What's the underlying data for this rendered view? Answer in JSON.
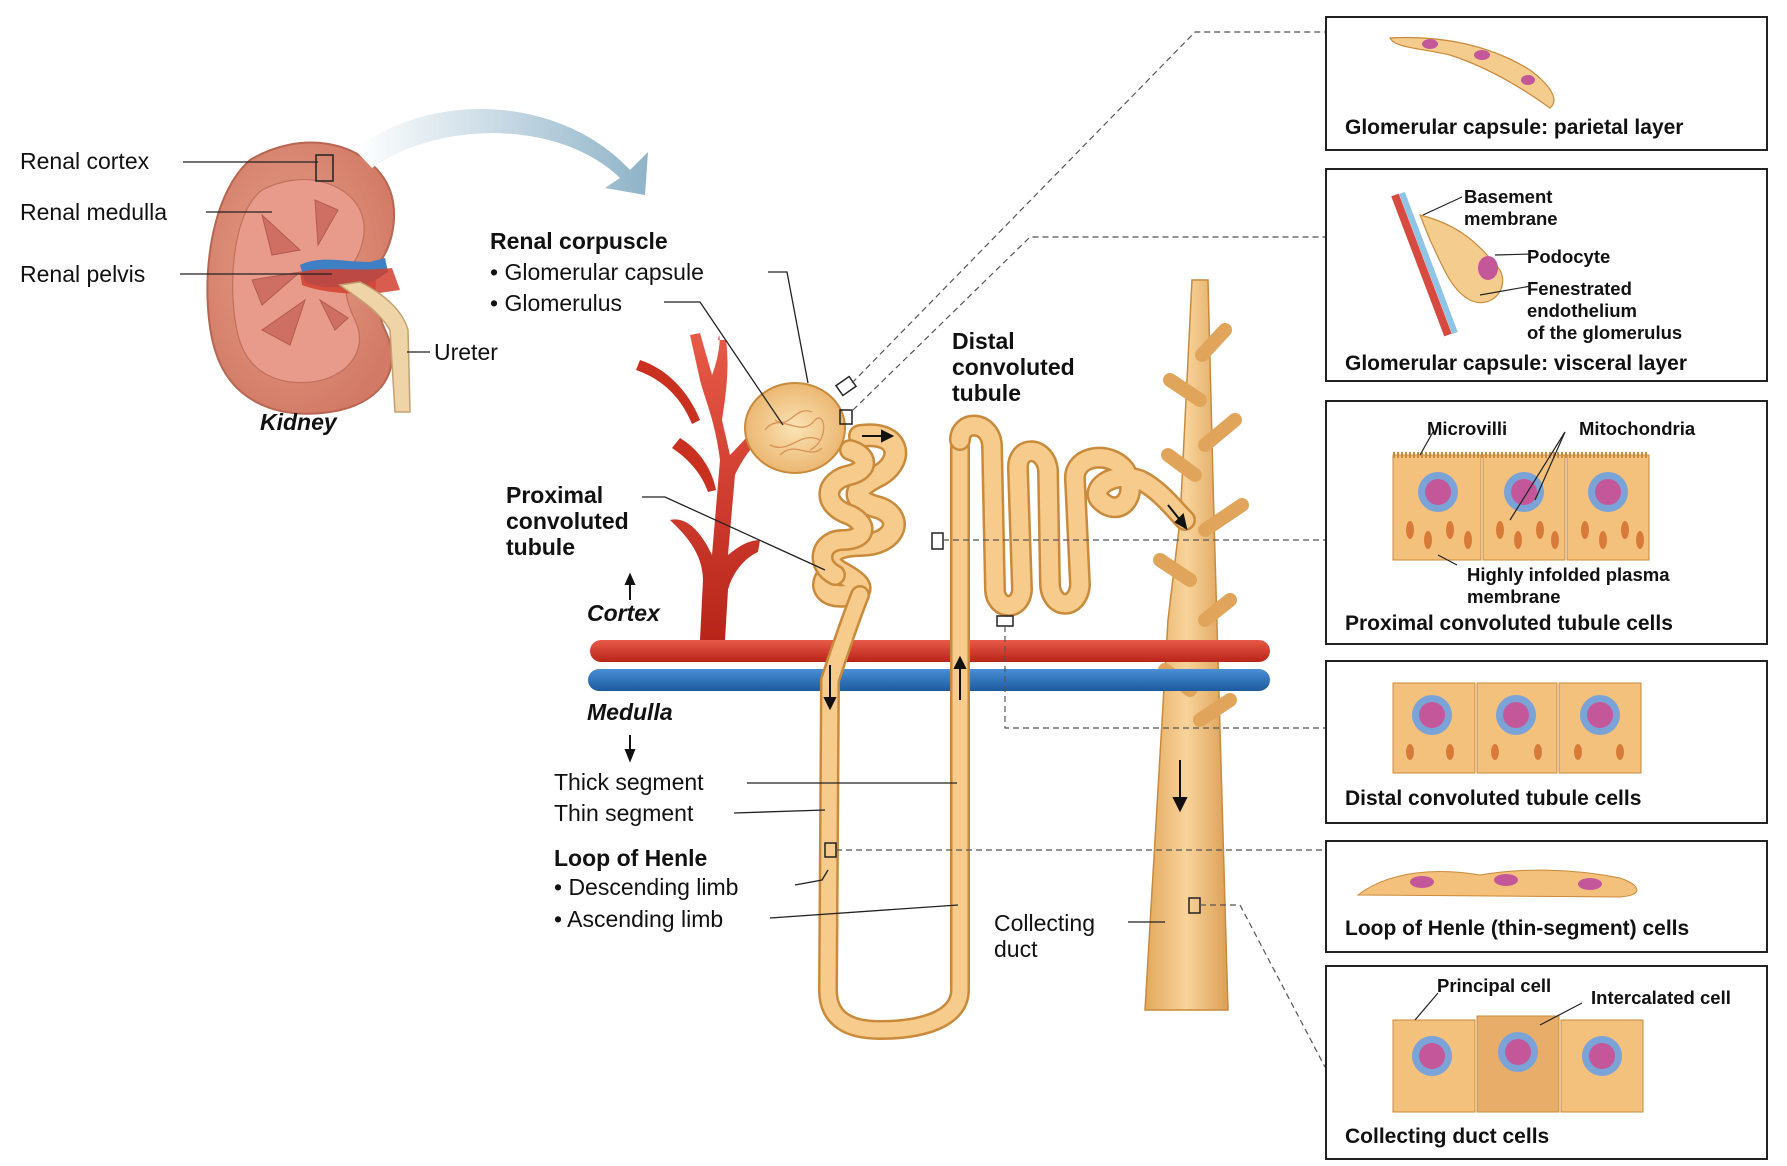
{
  "kidney": {
    "renal_cortex": "Renal cortex",
    "renal_medulla": "Renal medulla",
    "renal_pelvis": "Renal pelvis",
    "ureter": "Ureter",
    "caption": "Kidney"
  },
  "nephron": {
    "renal_corpuscle": "Renal corpuscle",
    "glomerular_capsule": "• Glomerular capsule",
    "glomerulus": "• Glomerulus",
    "distal": [
      "Distal",
      "convoluted",
      "tubule"
    ],
    "proximal": [
      "Proximal",
      "convoluted",
      "tubule"
    ],
    "cortex": "Cortex",
    "medulla": "Medulla",
    "thick_segment": "Thick segment",
    "thin_segment": "Thin segment",
    "loop_of_henle": "Loop of Henle",
    "descending_limb": "• Descending limb",
    "ascending_limb": "• Ascending limb",
    "collecting_duct": [
      "Collecting",
      "duct"
    ]
  },
  "panels": {
    "parietal": {
      "title": "Glomerular capsule: parietal layer"
    },
    "visceral": {
      "title": "Glomerular capsule: visceral layer",
      "basement": [
        "Basement",
        "membrane"
      ],
      "podocyte": "Podocyte",
      "fenestrated": [
        "Fenestrated",
        "endothelium",
        "of the glomerulus"
      ]
    },
    "proximal": {
      "title": "Proximal convoluted tubule cells",
      "microvilli": "Microvilli",
      "mitochondria": "Mitochondria",
      "infolded": [
        "Highly infolded plasma",
        "membrane"
      ]
    },
    "distal": {
      "title": "Distal convoluted tubule cells"
    },
    "henle": {
      "title": "Loop of Henle (thin-segment) cells"
    },
    "collecting": {
      "title": "Collecting duct cells",
      "principal": "Principal cell",
      "intercalated": "Intercalated cell"
    }
  },
  "colors": {
    "tubule": "#f3c27e",
    "tubule_edge": "#c98a3c",
    "artery": "#d8362b",
    "vein": "#2b6fb8",
    "nucleus": "#c4579a",
    "arrow": "#9fbfd2"
  }
}
